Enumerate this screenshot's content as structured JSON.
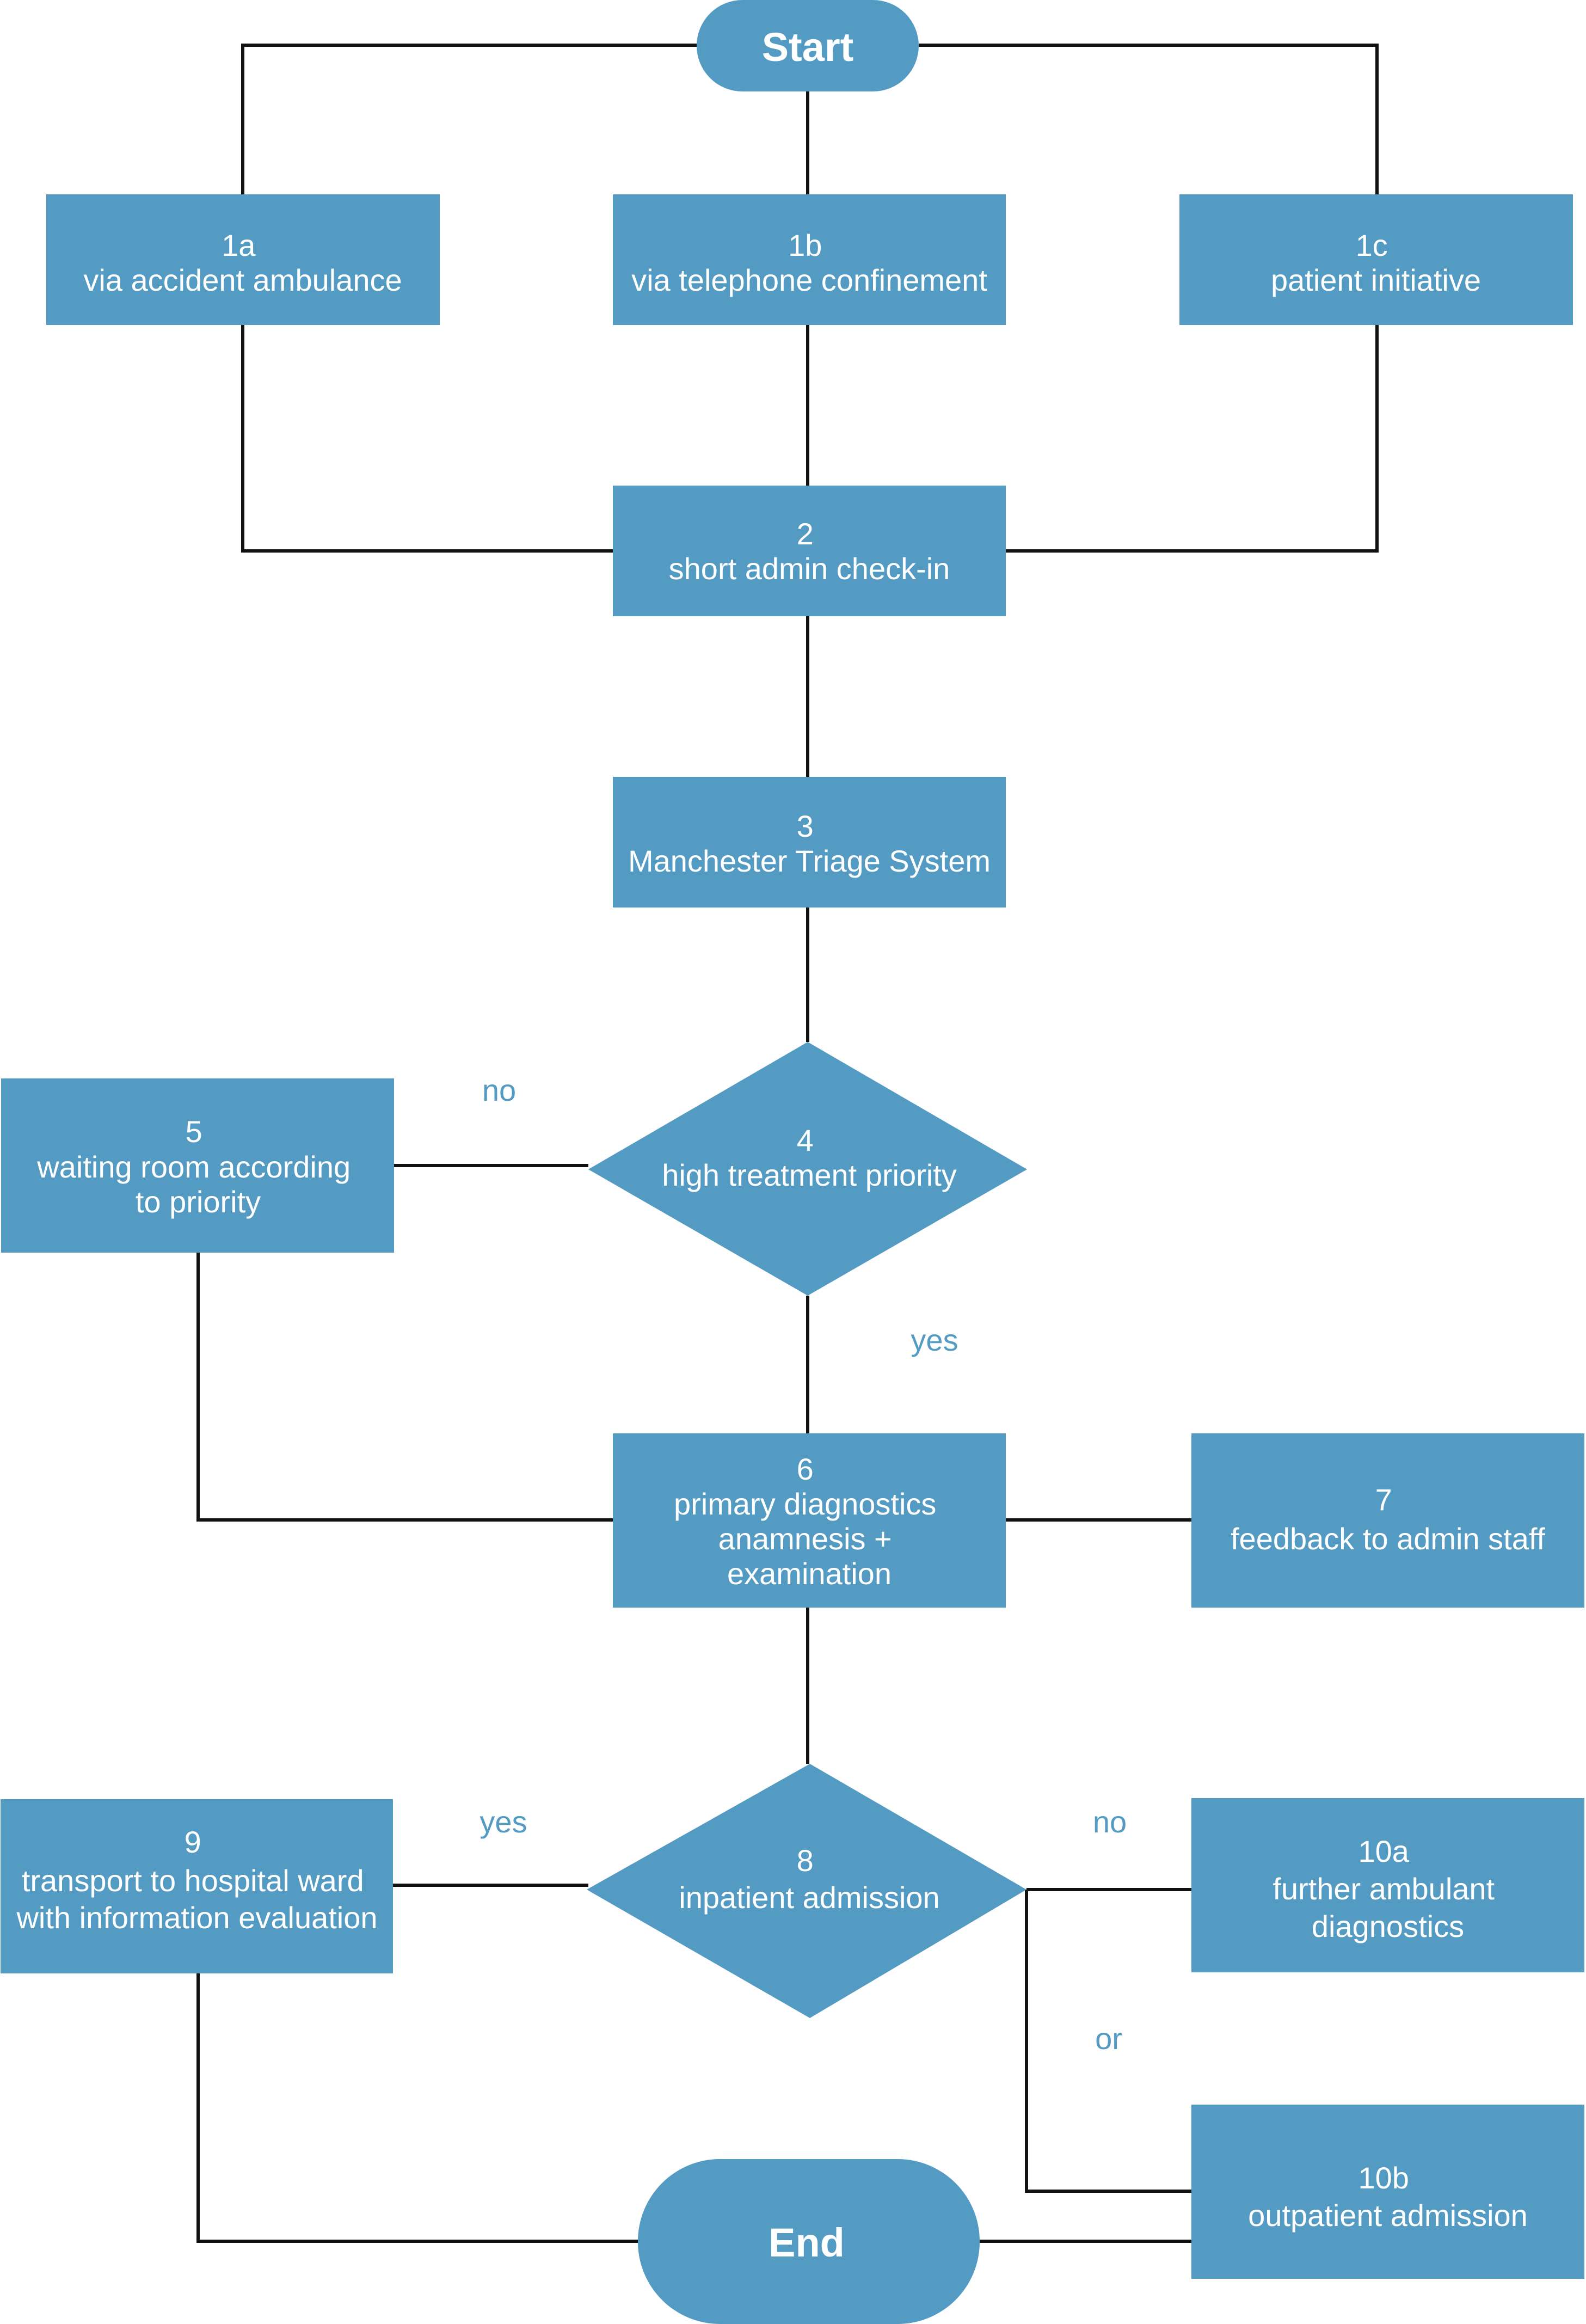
{
  "colors": {
    "node_fill": "#549bc4",
    "node_text": "#ffffff",
    "edge": "#111111",
    "label": "#549bc4",
    "background": "#ffffff"
  },
  "nodes": {
    "start": {
      "lines": [
        "Start"
      ]
    },
    "n1a": {
      "lines": [
        "1a",
        "via accident ambulance"
      ]
    },
    "n1b": {
      "lines": [
        "1b",
        "via telephone confinement"
      ]
    },
    "n1c": {
      "lines": [
        "1c",
        "patient initiative"
      ]
    },
    "n2": {
      "lines": [
        "2",
        "short admin check-in"
      ]
    },
    "n3": {
      "lines": [
        "3",
        "Manchester Triage System"
      ]
    },
    "n4": {
      "lines": [
        "4",
        "high treatment priority"
      ]
    },
    "n5": {
      "lines": [
        "5",
        "waiting room according",
        "to priority"
      ]
    },
    "n6": {
      "lines": [
        "6",
        "primary diagnostics",
        "anamnesis +",
        "examination"
      ]
    },
    "n7": {
      "lines": [
        "7",
        "feedback to admin staff"
      ]
    },
    "n8": {
      "lines": [
        "8",
        "inpatient admission"
      ]
    },
    "n9": {
      "lines": [
        "9",
        "transport to hospital ward",
        "with information evaluation"
      ]
    },
    "n10a": {
      "lines": [
        "10a",
        "further ambulant",
        "diagnostics"
      ]
    },
    "n10b": {
      "lines": [
        "10b",
        "outpatient admission"
      ]
    },
    "end": {
      "lines": [
        "End"
      ]
    }
  },
  "edge_labels": {
    "no_4": "no",
    "yes_4": "yes",
    "yes_8": "yes",
    "no_8": "no",
    "or_10": "or"
  }
}
